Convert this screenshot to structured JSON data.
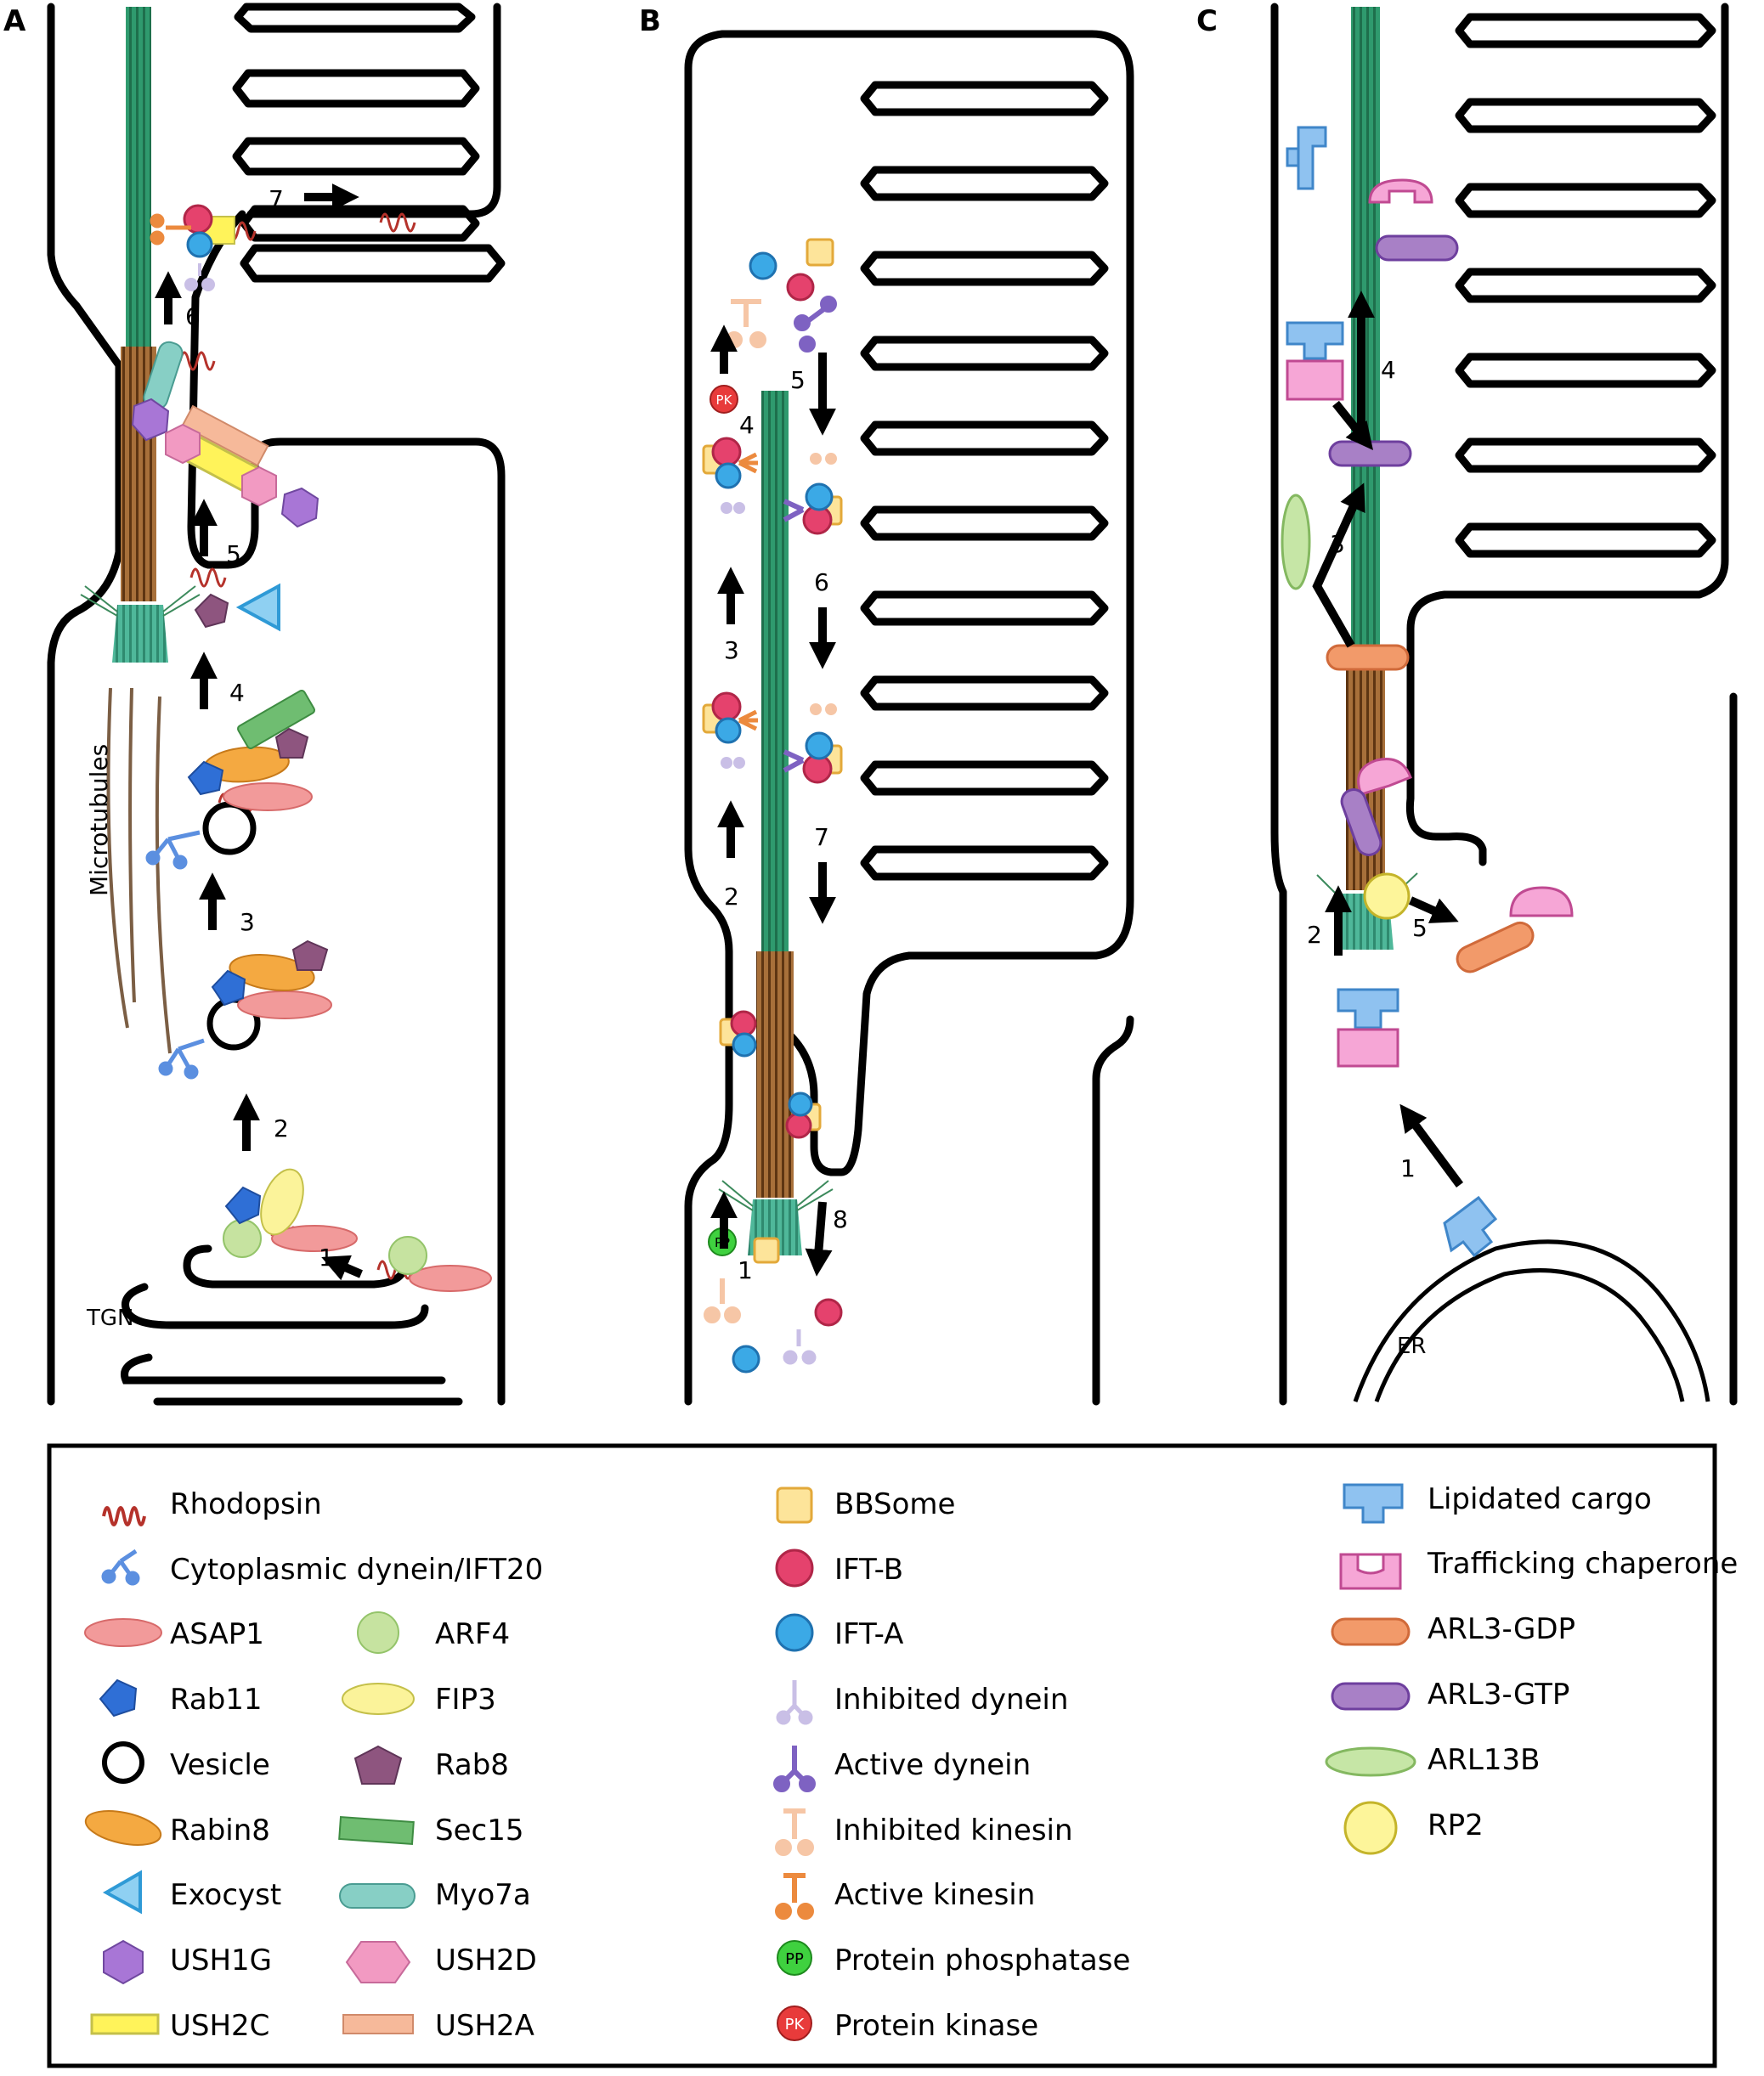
{
  "panels": {
    "A": {
      "letter": "A",
      "steps": [
        "1",
        "2",
        "3",
        "4",
        "5",
        "6",
        "7"
      ],
      "labels": {
        "microtubules": "Microtubules",
        "tgn": "TGN"
      }
    },
    "B": {
      "letter": "B",
      "steps": [
        "1",
        "2",
        "3",
        "4",
        "5",
        "6",
        "7",
        "8"
      ],
      "badges": {
        "pk": "PK",
        "pp": "PP"
      }
    },
    "C": {
      "letter": "C",
      "steps": [
        "1",
        "2",
        "3",
        "4",
        "5"
      ],
      "labels": {
        "er": "ER"
      }
    }
  },
  "legend": {
    "col1": [
      "Rhodopsin",
      "Cytoplasmic dynein/IFT20",
      "ASAP1",
      "Rab11",
      "Vesicle",
      "Rabin8",
      "Exocyst",
      "USH1G",
      "USH2C"
    ],
    "col2": [
      "ARF4",
      "FIP3",
      "Rab8",
      "Sec15",
      "Myo7a",
      "USH2D",
      "USH2A"
    ],
    "col3": [
      "BBSome",
      "IFT-B",
      "IFT-A",
      "Inhibited dynein",
      "Active dynein",
      "Inhibited kinesin",
      "Active kinesin",
      "Protein phosphatase",
      "Protein kinase"
    ],
    "col4": [
      "Lipidated cargo",
      "Trafficking chaperone",
      "ARL3-GDP",
      "ARL3-GTP",
      "ARL13B",
      "RP2"
    ],
    "badges": {
      "pp": "PP",
      "pk": "PK"
    }
  },
  "colors": {
    "rhodopsin": "#b5322b",
    "dynein_ift20": "#5b8fe0",
    "asap1": "#f29a9a",
    "rab11": "#2f6fd6",
    "rabin8": "#f4a941",
    "exocyst": "#4fb4e6",
    "ush1g": "#a876d6",
    "ush2c": "#fff35a",
    "arf4": "#c6e3a0",
    "fip3": "#fbf39a",
    "rab8": "#8e557f",
    "sec15": "#6fbd71",
    "myo7a": "#87cfc5",
    "ush2d": "#f29ac2",
    "ush2a": "#f6b99a",
    "bbsome": "#fde49a",
    "ift_b": "#e5426d",
    "ift_a": "#3ba9e6",
    "inhibited_dynein": "#c9bfe6",
    "active_dynein": "#7e62c2",
    "inhibited_kinesin": "#f6c6a6",
    "active_kinesin": "#ec8a3e",
    "pp": "#3fd13f",
    "pk": "#e83b3b",
    "cargo": "#8fc2f0",
    "chaperone": "#f6a6d6",
    "arl3_gdp": "#f29a6a",
    "arl3_gtp": "#a880c6",
    "arl13b": "#c6e6a6",
    "rp2": "#fdf59a",
    "axoneme": "#2e9a6a",
    "connecting_cilium": "#8a5a2a"
  }
}
